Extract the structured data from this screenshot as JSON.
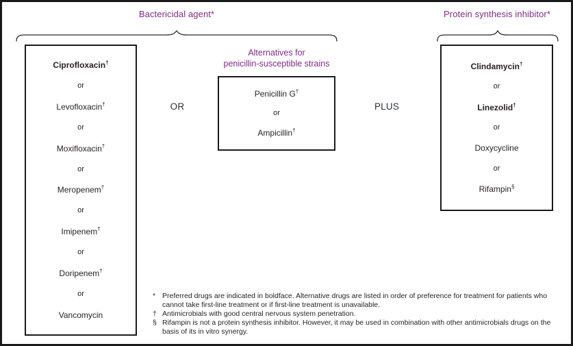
{
  "colors": {
    "accent_purple": "#7d2b83",
    "text": "#231f20"
  },
  "headers": {
    "bactericidal": "Bactericidal agent*",
    "protein_synthesis": "Protein synthesis inhibitor*",
    "alternatives_line1": "Alternatives for",
    "alternatives_line2": "penicillin-susceptible strains"
  },
  "connectors": {
    "or": "OR",
    "plus": "PLUS"
  },
  "boxes": {
    "bactericidal": {
      "rows": [
        {
          "text": "Ciprofloxacin",
          "sup": "†",
          "bold": true
        },
        {
          "text": "or"
        },
        {
          "text": "Levofloxacin",
          "sup": "†"
        },
        {
          "text": "or"
        },
        {
          "text": "Moxifloxacin",
          "sup": "†"
        },
        {
          "text": "or"
        },
        {
          "text": "Meropenem",
          "sup": "†"
        },
        {
          "text": "or"
        },
        {
          "text": "Imipenem",
          "sup": "†"
        },
        {
          "text": "or"
        },
        {
          "text": "Doripenem",
          "sup": "†"
        },
        {
          "text": "or"
        },
        {
          "text": "Vancomycin"
        }
      ]
    },
    "alternatives": {
      "rows": [
        {
          "text": "Penicillin G",
          "sup": "†"
        },
        {
          "text": "or"
        },
        {
          "text": "Ampicillin",
          "sup": "†"
        }
      ]
    },
    "protein_synthesis": {
      "rows": [
        {
          "text": "Clindamycin",
          "sup": "†",
          "bold": true
        },
        {
          "text": "or"
        },
        {
          "text": "Linezolid",
          "sup": "†",
          "bold": true
        },
        {
          "text": "or"
        },
        {
          "text": "Doxycycline"
        },
        {
          "text": "or"
        },
        {
          "text": "Rifampin",
          "sup": "§"
        }
      ]
    }
  },
  "footnotes": [
    {
      "symbol": "*",
      "text": "Preferred drugs are indicated in boldface. Alternative drugs are listed in order of preference for treatment for patients who cannot take first-line treatment or if first-line treatment is unavailable."
    },
    {
      "symbol": "†",
      "text": "Antimicrobials with good central nervous system penetration."
    },
    {
      "symbol": "§",
      "text": "Rifampin is not a protein synthesis inhibitor. However, it may be used in combination with other antimicrobials drugs on the basis of its in vitro synergy."
    }
  ]
}
